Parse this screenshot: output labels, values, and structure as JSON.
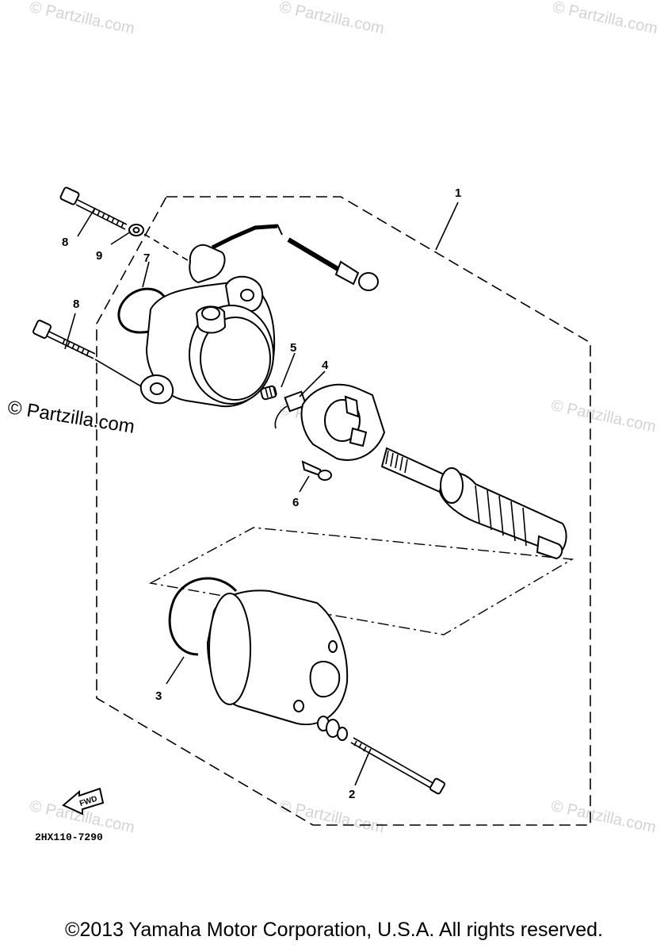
{
  "watermark": "© Partzilla.com",
  "watermark_strong": "© Partzilla.com",
  "callouts": {
    "c1": "1",
    "c2": "2",
    "c3": "3",
    "c4": "4",
    "c5": "5",
    "c6": "6",
    "c7": "7",
    "c8a": "8",
    "c8b": "8",
    "c9": "9"
  },
  "fwd_label": "FWD",
  "diagram_code": "2HX110-7290",
  "copyright": "©2013 Yamaha Motor Corporation, U.S.A. All rights reserved."
}
